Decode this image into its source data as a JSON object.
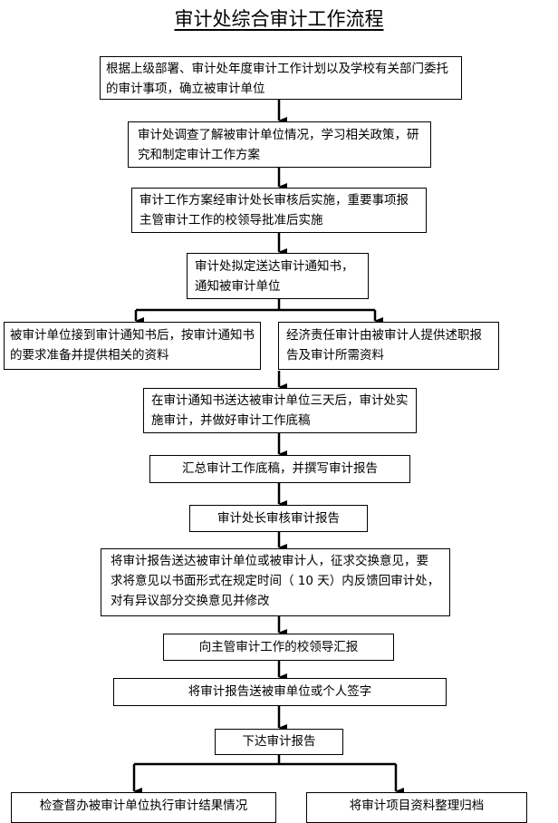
{
  "title": "审计处综合审计工作流程",
  "steps": {
    "s1": "根据上级部署、审计处年度审计工作计划以及学校有关部门委托的审计事项，确立被审计单位",
    "s2": "审计处调查了解被审计单位情况，学习相关政策，研究和制定审计工作方案",
    "s3": "审计工作方案经审计处长审核后实施，重要事项报主管审计工作的校领导批准后实施",
    "s4": "审计处拟定送达审计通知书，通知被审计单位",
    "s5a": "被审计单位接到审计通知书后，按审计通知书的要求准备并提供相关的资料",
    "s5b": "经济责任审计由被审计人提供述职报告及审计所需资料",
    "s6": "在审计通知书送达被审计单位三天后，审计处实施审计，并做好审计工作底稿",
    "s7": "汇总审计工作底稿，并撰写审计报告",
    "s8": "审计处长审核审计报告",
    "s9": "将审计报告送达被审计单位或被审计人，征求交换意见，要求将意见以书面形式在规定时间（ 10 天）内反馈回审计处，对有异议部分交换意见并修改",
    "s10": "向主管审计工作的校领导汇报",
    "s11": "将审计报告送被审单位或个人签字",
    "s12": "下达审计报告",
    "s13a": "检查督办被审计单位执行审计结果情况",
    "s13b": "将审计项目资料整理归档"
  }
}
